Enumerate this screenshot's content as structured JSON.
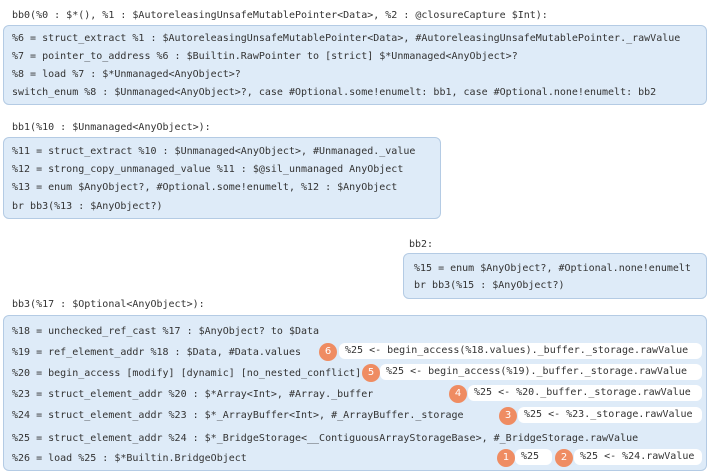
{
  "bb0": {
    "header": "bb0(%0 : $*(), %1 : $AutoreleasingUnsafeMutablePointer<Data>, %2 : @closureCapture $Int):",
    "lines": [
      "%6 = struct_extract %1 : $AutoreleasingUnsafeMutablePointer<Data>, #AutoreleasingUnsafeMutablePointer._rawValue",
      "%7 = pointer_to_address %6 : $Builtin.RawPointer to [strict] $*Unmanaged<AnyObject>?",
      "%8 = load %7 : $*Unmanaged<AnyObject>?",
      "switch_enum %8 : $Unmanaged<AnyObject>?, case #Optional.some!enumelt: bb1, case #Optional.none!enumelt: bb2"
    ]
  },
  "bb1": {
    "header": "bb1(%10 : $Unmanaged<AnyObject>):",
    "lines": [
      "%11 = struct_extract %10 : $Unmanaged<AnyObject>, #Unmanaged._value",
      "%12 = strong_copy_unmanaged_value %11 : $@sil_unmanaged AnyObject",
      "%13 = enum $AnyObject?, #Optional.some!enumelt, %12 : $AnyObject",
      "br bb3(%13 : $AnyObject?)"
    ]
  },
  "bb2": {
    "header": "bb2:",
    "lines": [
      "%15 = enum $AnyObject?, #Optional.none!enumelt",
      "br bb3(%15 : $AnyObject?)"
    ]
  },
  "bb3": {
    "header": "bb3(%17 : $Optional<AnyObject>):",
    "lines": [
      "%18 = unchecked_ref_cast %17 : $AnyObject? to $Data",
      "%19 = ref_element_addr %18 : $Data, #Data.values",
      "%20 = begin_access [modify] [dynamic] [no_nested_conflict]",
      "%23 = struct_element_addr %20 : $*Array<Int>, #Array._buffer",
      "%24 = struct_element_addr %23 : $*_ArrayBuffer<Int>, #_ArrayBuffer._storage",
      "%25 = struct_element_addr %24 : $*_BridgeStorage<__ContiguousArrayStorageBase>, #_BridgeStorage.rawValue",
      "%26 = load %25 : $*Builtin.BridgeObject"
    ],
    "annotations": [
      {
        "badge": "6",
        "text": "%25 <- begin_access(%18.values)._buffer._storage.rawValue"
      },
      {
        "badge": "5",
        "text": "%25 <- begin_access(%19)._buffer._storage.rawValue"
      },
      {
        "badge": "4",
        "text": "%25 <- %20._buffer._storage.rawValue"
      },
      {
        "badge": "3",
        "text": "%25 <- %23._storage.rawValue"
      },
      {
        "badge": "1",
        "text": "%25"
      },
      {
        "badge": "2",
        "text": "%25 <- %24.rawValue"
      }
    ]
  },
  "colors": {
    "block_fill": "#deebf8",
    "block_border": "#b4cbe4",
    "badge": "#ef8c62",
    "text": "#333333"
  }
}
